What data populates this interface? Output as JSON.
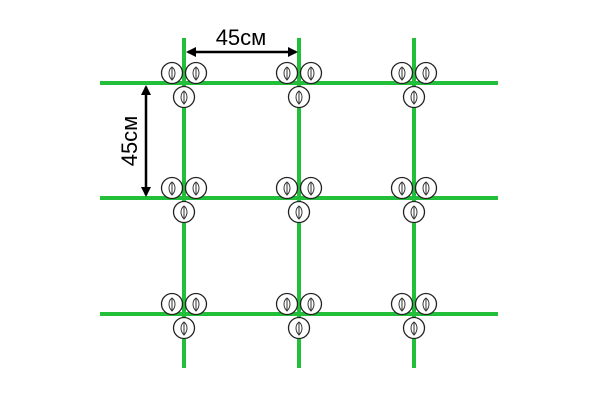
{
  "dimensions": {
    "horizontal_label": "45см",
    "vertical_label": "45см"
  },
  "grid": {
    "columns": 3,
    "rows": 3,
    "plants_per_node": 3,
    "line_color": "#22c03a"
  },
  "icons": {
    "plant": "plant-sprout-icon"
  }
}
